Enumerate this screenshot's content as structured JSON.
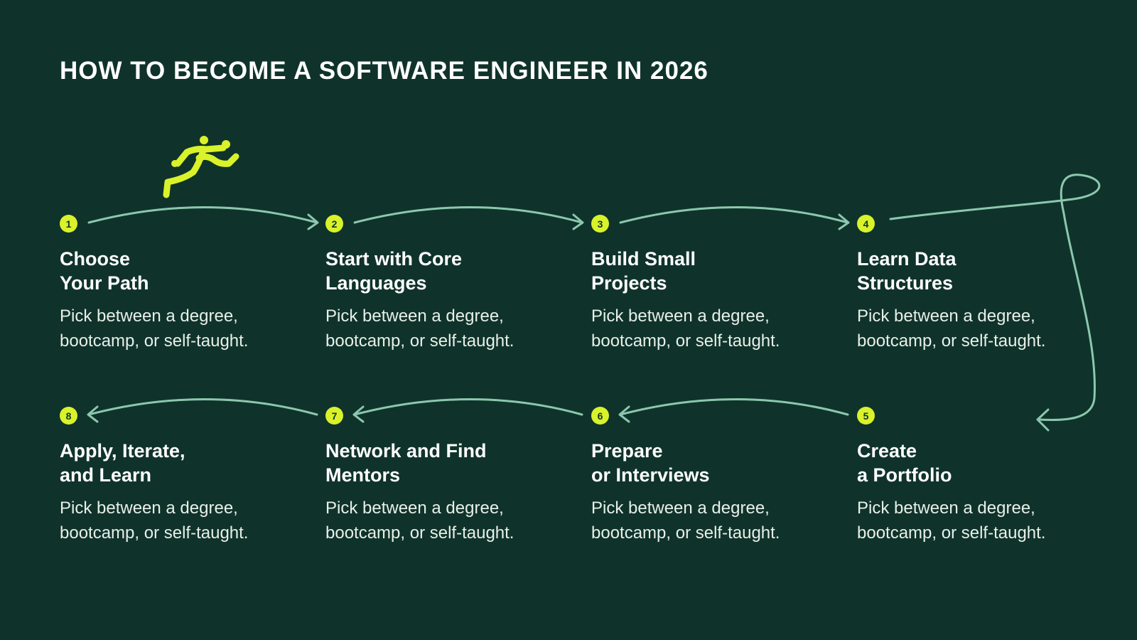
{
  "title": "HOW TO BECOME A SOFTWARE ENGINEER IN 2026",
  "colors": {
    "background": "#0f332a",
    "accent": "#d9f22a",
    "arrow": "#8cc7ae",
    "text": "#ffffff"
  },
  "icon": "runner-icon",
  "steps": [
    {
      "number": "1",
      "title": "Choose\nYour Path",
      "desc": "Pick between a degree,\nbootcamp, or self-taught."
    },
    {
      "number": "2",
      "title": "Start with Core\nLanguages",
      "desc": "Pick between a degree,\nbootcamp, or self-taught."
    },
    {
      "number": "3",
      "title": "Build Small\nProjects",
      "desc": "Pick between a degree,\nbootcamp, or self-taught."
    },
    {
      "number": "4",
      "title": "Learn Data\nStructures",
      "desc": "Pick between a degree,\nbootcamp, or self-taught."
    },
    {
      "number": "5",
      "title": "Create\na Portfolio",
      "desc": "Pick between a degree,\nbootcamp, or self-taught."
    },
    {
      "number": "6",
      "title": "Prepare\nor Interviews",
      "desc": "Pick between a degree,\nbootcamp, or self-taught."
    },
    {
      "number": "7",
      "title": "Network and Find\nMentors",
      "desc": "Pick between a degree,\nbootcamp, or self-taught."
    },
    {
      "number": "8",
      "title": "Apply, Iterate,\nand Learn",
      "desc": "Pick between a degree,\nbootcamp, or self-taught."
    }
  ]
}
